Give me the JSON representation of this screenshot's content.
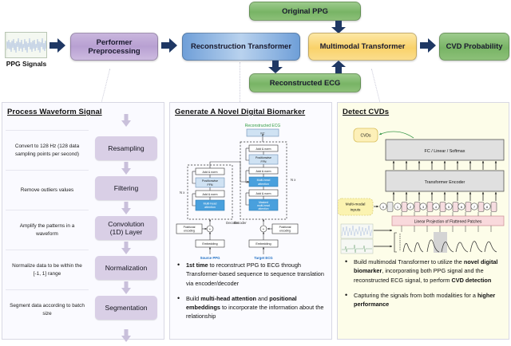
{
  "pipeline": {
    "ppg_thumb_label": "PPG Signals",
    "boxes": [
      {
        "id": "performer-preprocessing",
        "label": "Performer\nPreprocessing",
        "color": "#b8a0d2"
      },
      {
        "id": "reconstruction-transformer",
        "label": "Reconstruction Transformer",
        "color": "#6f9fd8"
      },
      {
        "id": "multimodal-transformer",
        "label": "Multimodal Transformer",
        "color": "#f9d26a"
      },
      {
        "id": "cvd-probability",
        "label": "CVD Probability",
        "color": "#78b465"
      },
      {
        "id": "original-ppg",
        "label": "Original PPG",
        "color": "#78b465"
      },
      {
        "id": "reconstructed-ecg",
        "label": "Reconstructed ECG",
        "color": "#78b465"
      }
    ],
    "performer_label_line1": "Performer",
    "performer_label_line2": "Preprocessing",
    "reconstruction_label": "Reconstruction Transformer",
    "multimodal_label": "Multimodal Transformer",
    "cvd_probability_label": "CVD Probability",
    "original_ppg_label": "Original PPG",
    "reconstructed_ecg_label": "Reconstructed ECG",
    "arrow_color": "#1f3864"
  },
  "left_panel": {
    "title": "Process Waveform Signal",
    "rows": [
      {
        "desc": "Convert to 128 Hz (128 data sampling points per second)",
        "step": "Resampling"
      },
      {
        "desc": "Remove outliers values",
        "step": "Filtering"
      },
      {
        "desc": "Amplify the patterns in a waveform",
        "step": "Convolution\n(1D)  Layer"
      },
      {
        "desc": "Normalize data to be within the [-1, 1] range",
        "step": "Normalization"
      },
      {
        "desc": "Segment data according to batch size",
        "step": "Segmentation"
      }
    ],
    "step_convolution_line1": "Convolution",
    "step_convolution_line2": "(1D)  Layer",
    "step_color": "#d9cfe6",
    "arrow_color": "#c9c0db"
  },
  "mid_panel": {
    "title": "Generate A Novel Digital Biomarker",
    "figure": {
      "top_label": "Reconstructed ECG",
      "top_label_color": "#2e9b3f",
      "output_box": "FC",
      "encoder_group_label": "Encoder",
      "decoder_group_label": "Decoder",
      "nx_label": "N x",
      "encoder_blocks": [
        "Add & norm",
        "Positionwise FFN",
        "Add & norm",
        "Multi-head attention"
      ],
      "decoder_blocks": [
        "Add & norm",
        "Positionwise FFN",
        "Add & norm",
        "Multi-head attention",
        "Add & norm",
        "Masked multi-head attention"
      ],
      "positional_encoding_label": "Positional encoding",
      "embedding_label": "Embedding",
      "source_label": "Source PPG",
      "target_label": "Target ECG",
      "source_label_color": "#1f6fc4",
      "plus_symbol": "+",
      "block_fill": "#cfe2f3",
      "attention_fill": "#49a0dd"
    },
    "bullets": [
      {
        "segments": [
          {
            "t": "1st time",
            "b": true
          },
          {
            "t": " to reconstruct PPG to ECG through Transformer-based sequence to sequence translation via encoder/decoder",
            "b": false
          }
        ]
      },
      {
        "segments": [
          {
            "t": "Build ",
            "b": false
          },
          {
            "t": "multi-head attention",
            "b": true
          },
          {
            "t": " and ",
            "b": false
          },
          {
            "t": "positional embeddings",
            "b": true
          },
          {
            "t": " to incorporate the information about the  relationship",
            "b": false
          }
        ]
      }
    ]
  },
  "right_panel": {
    "title": "Detect CVDs",
    "figure": {
      "cvds_label": "CVDs",
      "cvds_fill": "#fdf0b8",
      "head_label": "FC / Linear / Softmax",
      "encoder_label": "Transformer Encoder",
      "inputs_label": "Multi-modal inputs",
      "inputs_fill": "#fbf3b0",
      "projection_label": "Linear Projection of Flattened Patches",
      "projection_fill": "#f9d9dc",
      "patch_count": 9,
      "block_fill": "#e0e0e0",
      "token_fill": "#f6dde0",
      "highlight_fill": "#d4d4d4"
    },
    "bullets": [
      {
        "segments": [
          {
            "t": "Build multimodal Transformer to utilize the ",
            "b": false
          },
          {
            "t": "novel digital biomarker",
            "b": true
          },
          {
            "t": ", incorporating both PPG signal and the reconstructed ECG signal, to perform ",
            "b": false
          },
          {
            "t": "CVD detection",
            "b": true
          }
        ]
      },
      {
        "segments": [
          {
            "t": "Capturing the signals from both modalities for a ",
            "b": false
          },
          {
            "t": "higher performance",
            "b": true
          }
        ]
      }
    ]
  }
}
